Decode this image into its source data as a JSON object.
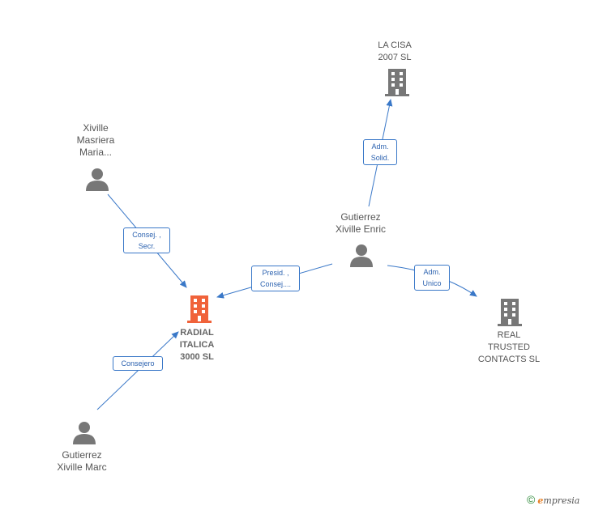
{
  "colors": {
    "edge": "#3a78c8",
    "person_icon": "#777777",
    "company_icon": "#777777",
    "focus_icon": "#f0623a"
  },
  "nodes": {
    "la_cisa": {
      "label_lines": [
        "LA CISA",
        "2007  SL"
      ],
      "icon": "building-icon"
    },
    "xiville_masriera": {
      "label_lines": [
        "Xiville",
        "Masriera",
        "Maria..."
      ],
      "icon": "person-icon"
    },
    "gutierrez_enric": {
      "label_lines": [
        "Gutierrez",
        "Xiville Enric"
      ],
      "icon": "person-icon"
    },
    "radial_italica": {
      "label_lines": [
        "RADIAL",
        "ITALICA",
        "3000 SL"
      ],
      "icon": "building-icon"
    },
    "real_trusted": {
      "label_lines": [
        "REAL",
        "TRUSTED",
        "CONTACTS SL"
      ],
      "icon": "building-icon"
    },
    "gutierrez_marc": {
      "label_lines": [
        "Gutierrez",
        "Xiville Marc"
      ],
      "icon": "person-icon"
    }
  },
  "edges": {
    "adm_solid": {
      "label_lines": [
        "Adm.",
        "Solid."
      ]
    },
    "consej_secr": {
      "label_lines": [
        "Consej. ,",
        "Secr."
      ]
    },
    "presid_consej": {
      "label_lines": [
        "Presid. ,",
        "Consej...."
      ]
    },
    "adm_unico": {
      "label_lines": [
        "Adm.",
        "Unico"
      ]
    },
    "consejero": {
      "label_lines": [
        "Consejero"
      ]
    }
  },
  "brand": {
    "copyright": "©",
    "name_initial": "e",
    "name_rest": "mpresia"
  }
}
